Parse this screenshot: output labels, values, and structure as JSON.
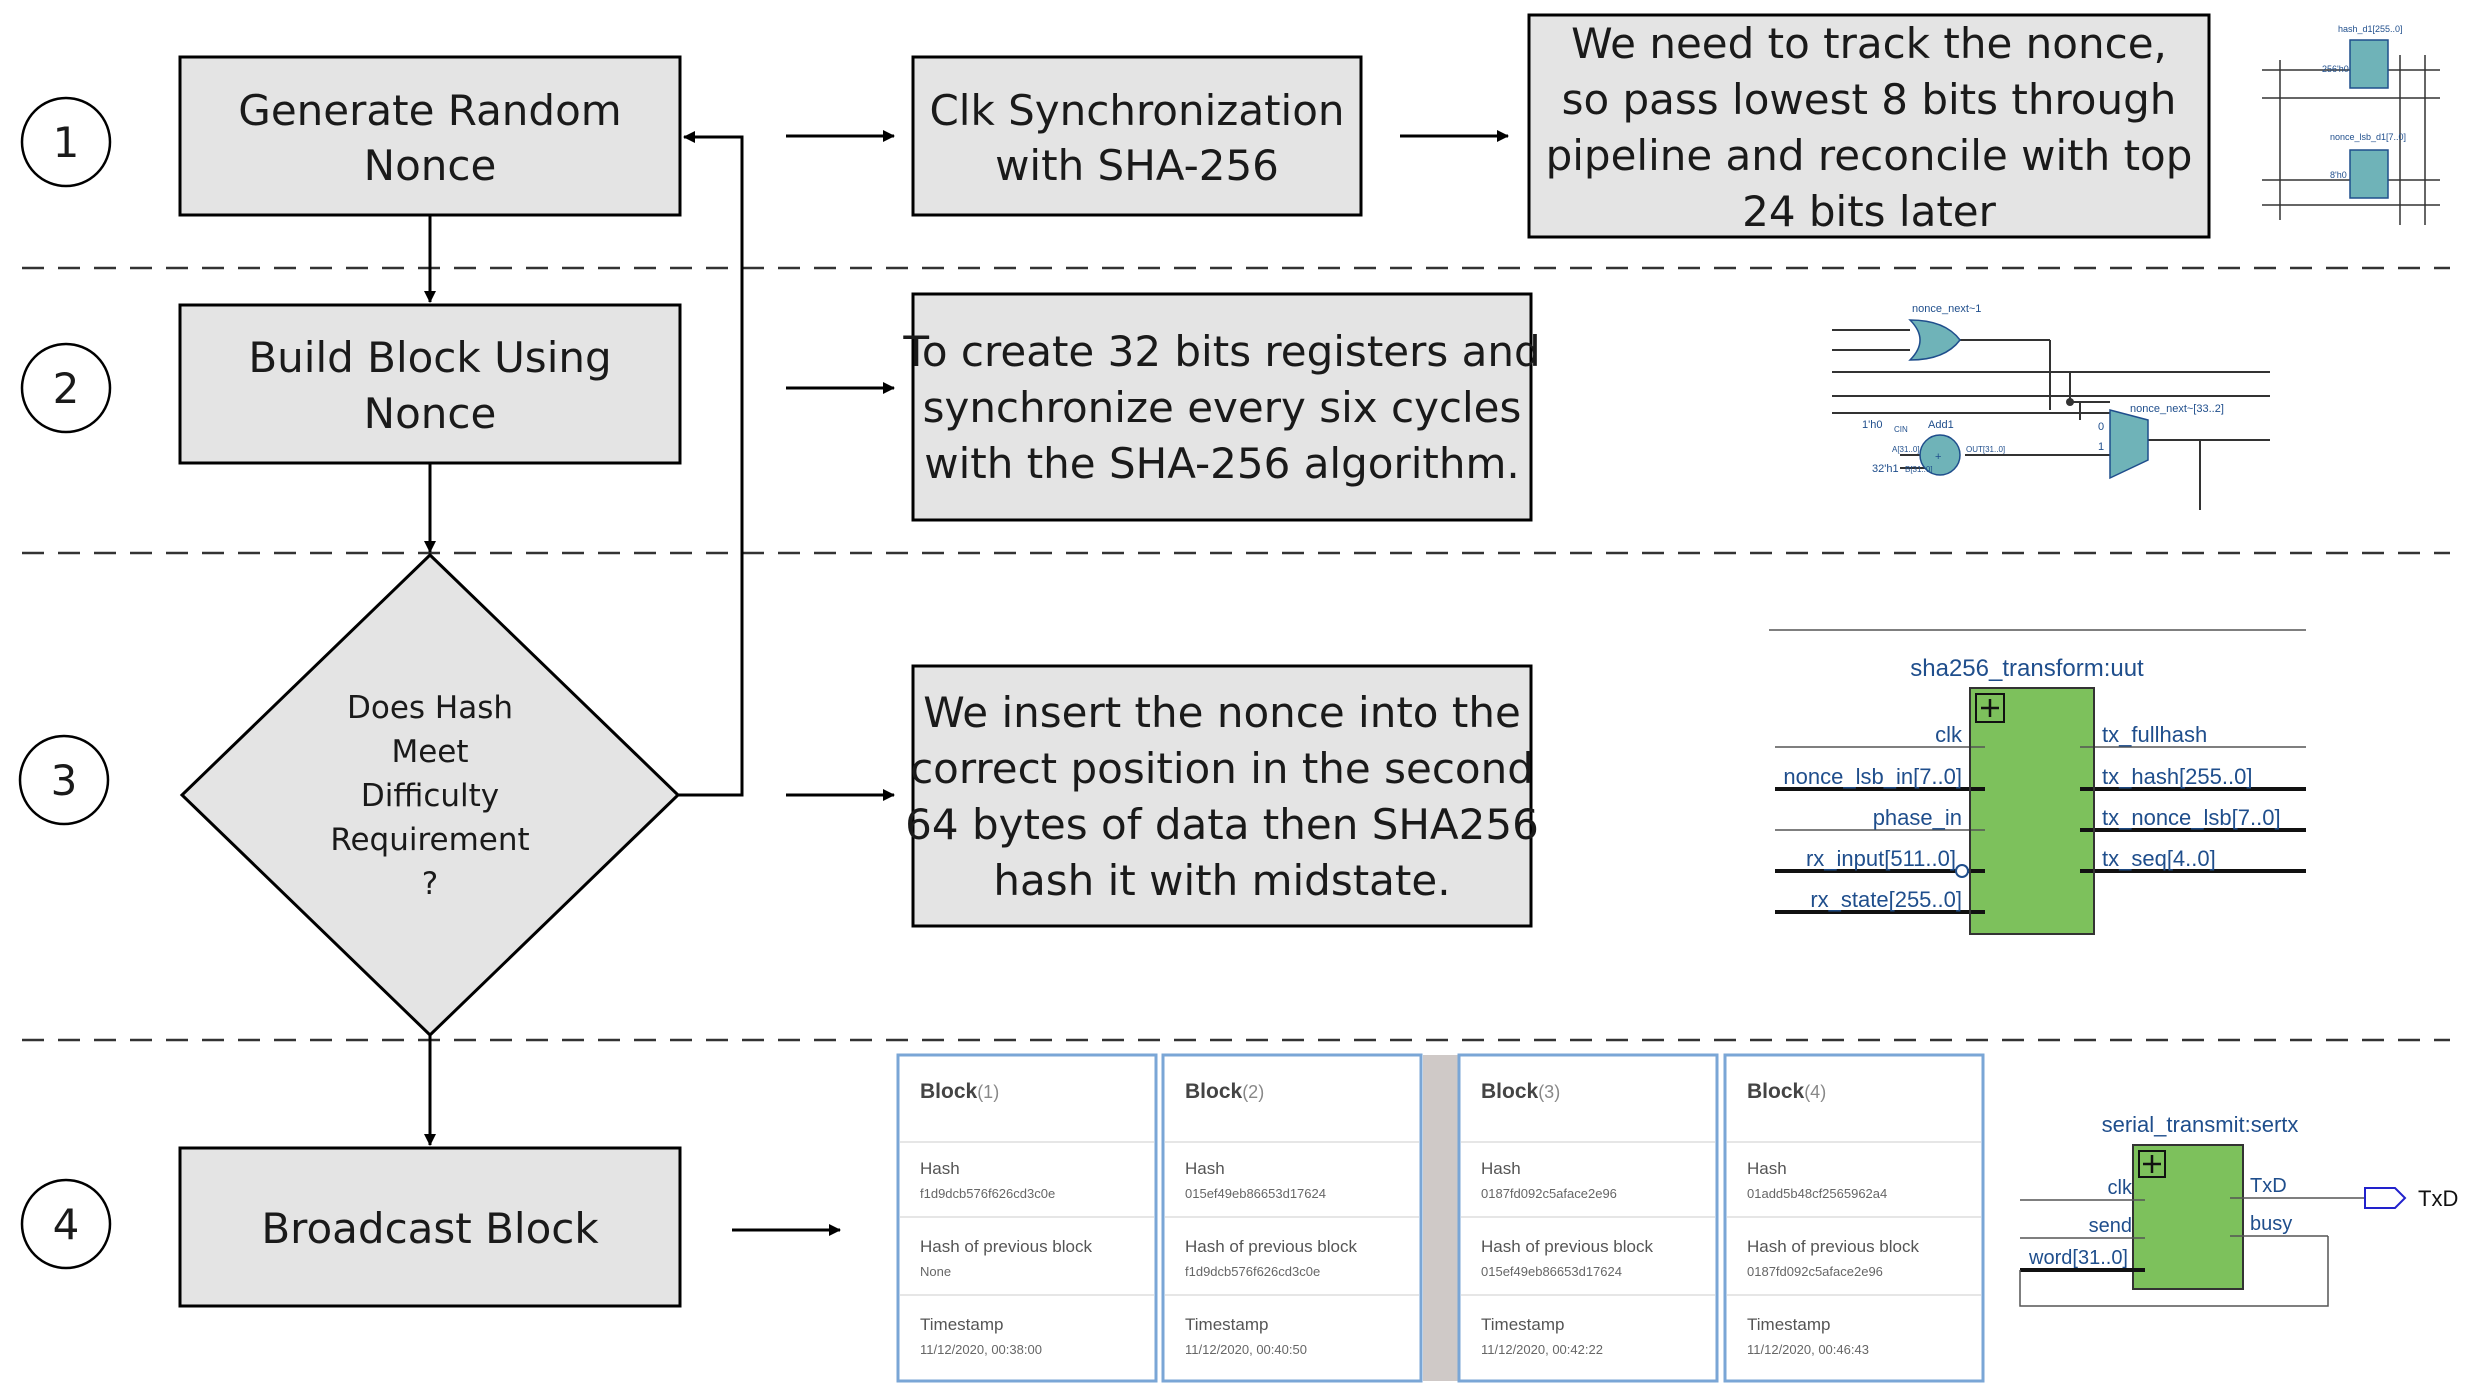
{
  "steps": [
    {
      "number": "1",
      "box_lines": [
        "Generate Random",
        "Nonce"
      ]
    },
    {
      "number": "2",
      "box_lines": [
        "Build Block Using",
        "Nonce"
      ]
    },
    {
      "number": "3",
      "diamond_lines": [
        "Does Hash",
        "Meet",
        "Difficulty",
        "Requirement",
        "?"
      ]
    },
    {
      "number": "4",
      "box_lines": [
        "Broadcast Block"
      ]
    }
  ],
  "row1": {
    "sync_lines": [
      "Clk Synchronization",
      "with SHA-256"
    ],
    "note_lines": [
      "We need to track the nonce,",
      "so pass lowest 8 bits through",
      "pipeline and reconcile with top",
      "24 bits later"
    ],
    "schematic": {
      "reg1_label": "hash_d1[255..0]",
      "reg2_label": "nonce_lsb_d1[7..0]",
      "pin1": "256'h0",
      "pin2": "8'h0"
    }
  },
  "row2": {
    "note_lines": [
      "To create 32 bits registers and",
      "synchronize every six cycles",
      "with the SHA-256 algorithm."
    ],
    "schematic": {
      "or_label": "nonce_next~1",
      "mux_label": "nonce_next~[33..2]",
      "add_label": "Add1",
      "const1": "1'h0",
      "cin": "CIN",
      "a_port": "A[31..0]",
      "b_port": "B[31..0]",
      "out_port": "OUT[31..0]",
      "const2": "32'h1",
      "mux_in0": "0",
      "mux_in1": "1"
    }
  },
  "row3": {
    "note_lines": [
      "We insert the nonce into the",
      "correct position in the second",
      "64 bytes of data then SHA256",
      "hash it with midstate."
    ],
    "module": {
      "title": "sha256_transform:uut",
      "inputs": [
        "clk",
        "nonce_lsb_in[7..0]",
        "phase_in",
        "rx_input[511..0]",
        "rx_state[255..0]"
      ],
      "outputs": [
        "tx_fullhash",
        "tx_hash[255..0]",
        "tx_nonce_lsb[7..0]",
        "tx_seq[4..0]"
      ]
    }
  },
  "row4": {
    "blocks": [
      {
        "title": "Block",
        "index": "(1)",
        "hash_label": "Hash",
        "hash": "f1d9dcb576f626cd3c0e",
        "prev_label": "Hash of previous block",
        "prev": "None",
        "ts_label": "Timestamp",
        "ts": "11/12/2020, 00:38:00"
      },
      {
        "title": "Block",
        "index": "(2)",
        "hash_label": "Hash",
        "hash": "015ef49eb86653d17624",
        "prev_label": "Hash of previous block",
        "prev": "f1d9dcb576f626cd3c0e",
        "ts_label": "Timestamp",
        "ts": "11/12/2020, 00:40:50"
      },
      {
        "title": "Block",
        "index": "(3)",
        "hash_label": "Hash",
        "hash": "0187fd092c5aface2e96",
        "prev_label": "Hash of previous block",
        "prev": "015ef49eb86653d17624",
        "ts_label": "Timestamp",
        "ts": "11/12/2020, 00:42:22"
      },
      {
        "title": "Block",
        "index": "(4)",
        "hash_label": "Hash",
        "hash": "01add5b48cf2565962a4",
        "prev_label": "Hash of previous block",
        "prev": "0187fd092c5aface2e96",
        "ts_label": "Timestamp",
        "ts": "11/12/2020, 00:46:43"
      }
    ],
    "module": {
      "title": "serial_transmit:sertx",
      "inputs": [
        "clk",
        "send",
        "word[31..0]"
      ],
      "outputs": [
        "TxD",
        "busy"
      ],
      "pin": "TxD"
    }
  },
  "colors": {
    "box_fill": "#e4e4e4",
    "box_stroke": "#000000",
    "module_fill": "#7dc15c",
    "wire": "#1f4e8c",
    "card_border": "#7aa6d6"
  }
}
